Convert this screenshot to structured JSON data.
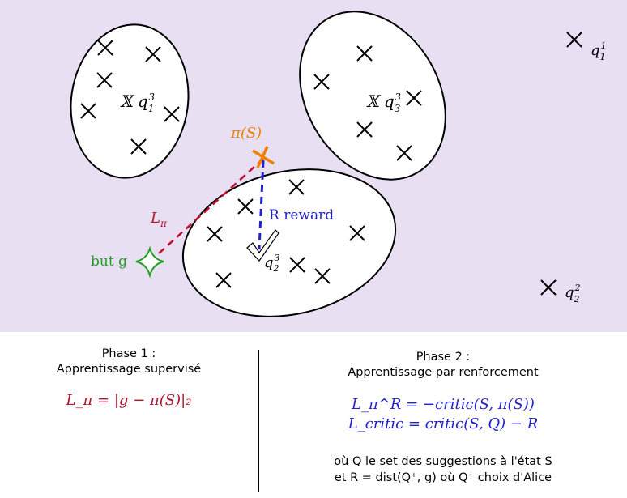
{
  "diagram": {
    "background_color": "#e8dff3",
    "labels": {
      "cluster1": "𝕏 q",
      "cluster1_sub": "1",
      "cluster1_sup": "3",
      "cluster3": "𝕏 q",
      "cluster3_sub": "3",
      "cluster3_sup": "3",
      "q2_3": "q",
      "q2_3_sub": "2",
      "q2_3_sup": "3",
      "q1_1": "q",
      "q1_1_sub": "1",
      "q1_1_sup": "1",
      "q2_2": "q",
      "q2_2_sub": "2",
      "q2_2_sup": "2",
      "pi_s": "π(S)",
      "l_pi": "L",
      "l_pi_sub": "π",
      "reward": "R reward",
      "goal": "but g"
    },
    "colors": {
      "orange": "#f08000",
      "red": "#c0102a",
      "blue": "#2222cc",
      "green": "#20a020"
    }
  },
  "phase1": {
    "title": "Phase 1 :",
    "subtitle": "Apprentissage supervisé",
    "formula": "L_π = |g − π(S)|₂"
  },
  "phase2": {
    "title": "Phase 2 :",
    "subtitle": "Apprentissage par renforcement",
    "formula1": "L_π^R = −critic(S, π(S))",
    "formula2": "L_critic = critic(S, Q) − R",
    "note1": "où Q le set des suggestions à l'état S",
    "note2": "et R = dist(Q⁺, g) où Q⁺ choix d'Alice"
  }
}
